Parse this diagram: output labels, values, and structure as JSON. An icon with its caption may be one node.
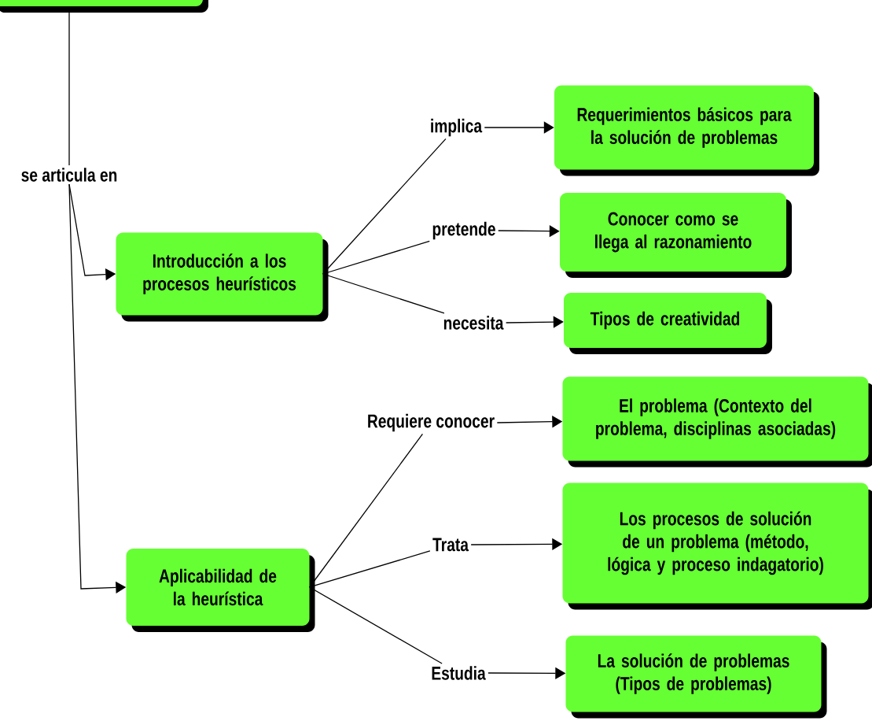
{
  "diagram": {
    "nodes": [
      {
        "text": [],
        "shape": "box"
      },
      {
        "text": [
          "se articula en"
        ]
      },
      {
        "text": [
          "Introducción a los procesos heurísticos"
        ]
      },
      {
        "text": [
          "Aplicabilidad de la heurística"
        ]
      },
      {
        "text": [
          "implica"
        ]
      },
      {
        "text": [
          "Requerimientos básicos para la solución de problemas"
        ]
      },
      {
        "text": [
          "pretende"
        ]
      },
      {
        "text": [
          "Conocer como se llega al razonamiento"
        ]
      },
      {
        "text": [
          "necesita"
        ]
      },
      {
        "text": [
          "Tipos de creatividad"
        ]
      },
      {
        "text": [
          "Requiere conocer"
        ]
      },
      {
        "text": [
          "El problema (Contexto del problema, disciplinas asociadas)"
        ]
      },
      {
        "text": [
          "Trata"
        ]
      },
      {
        "text": [
          "Los procesos de solución de un problema (método, lógica y proceso indagatorio)"
        ]
      },
      {
        "text": [
          "Estudia"
        ]
      },
      {
        "text": [
          "La solución de problemas (Tipos de problemas)"
        ]
      }
    ],
    "edges": [
      {
        "from": 0,
        "to": 1,
        "arrow": "none"
      },
      {
        "from": 1,
        "to": 2,
        "arrow": "to"
      },
      {
        "from": 1,
        "to": 3,
        "arrow": "to"
      },
      {
        "from": 2,
        "to": 4,
        "arrow": "none"
      },
      {
        "from": 4,
        "to": 5,
        "arrow": "to"
      },
      {
        "from": 2,
        "to": 6,
        "arrow": "none"
      },
      {
        "from": 6,
        "to": 7,
        "arrow": "to"
      },
      {
        "from": 2,
        "to": 8,
        "arrow": "none"
      },
      {
        "from": 8,
        "to": 9,
        "arrow": "to"
      },
      {
        "from": 3,
        "to": 10,
        "arrow": "none"
      },
      {
        "from": 10,
        "to": 11,
        "arrow": "to"
      },
      {
        "from": 3,
        "to": 12,
        "arrow": "none"
      },
      {
        "from": 12,
        "to": 13,
        "arrow": "to"
      },
      {
        "from": 3,
        "to": 14,
        "arrow": "none"
      },
      {
        "from": 14,
        "to": 15,
        "arrow": "to"
      }
    ]
  }
}
